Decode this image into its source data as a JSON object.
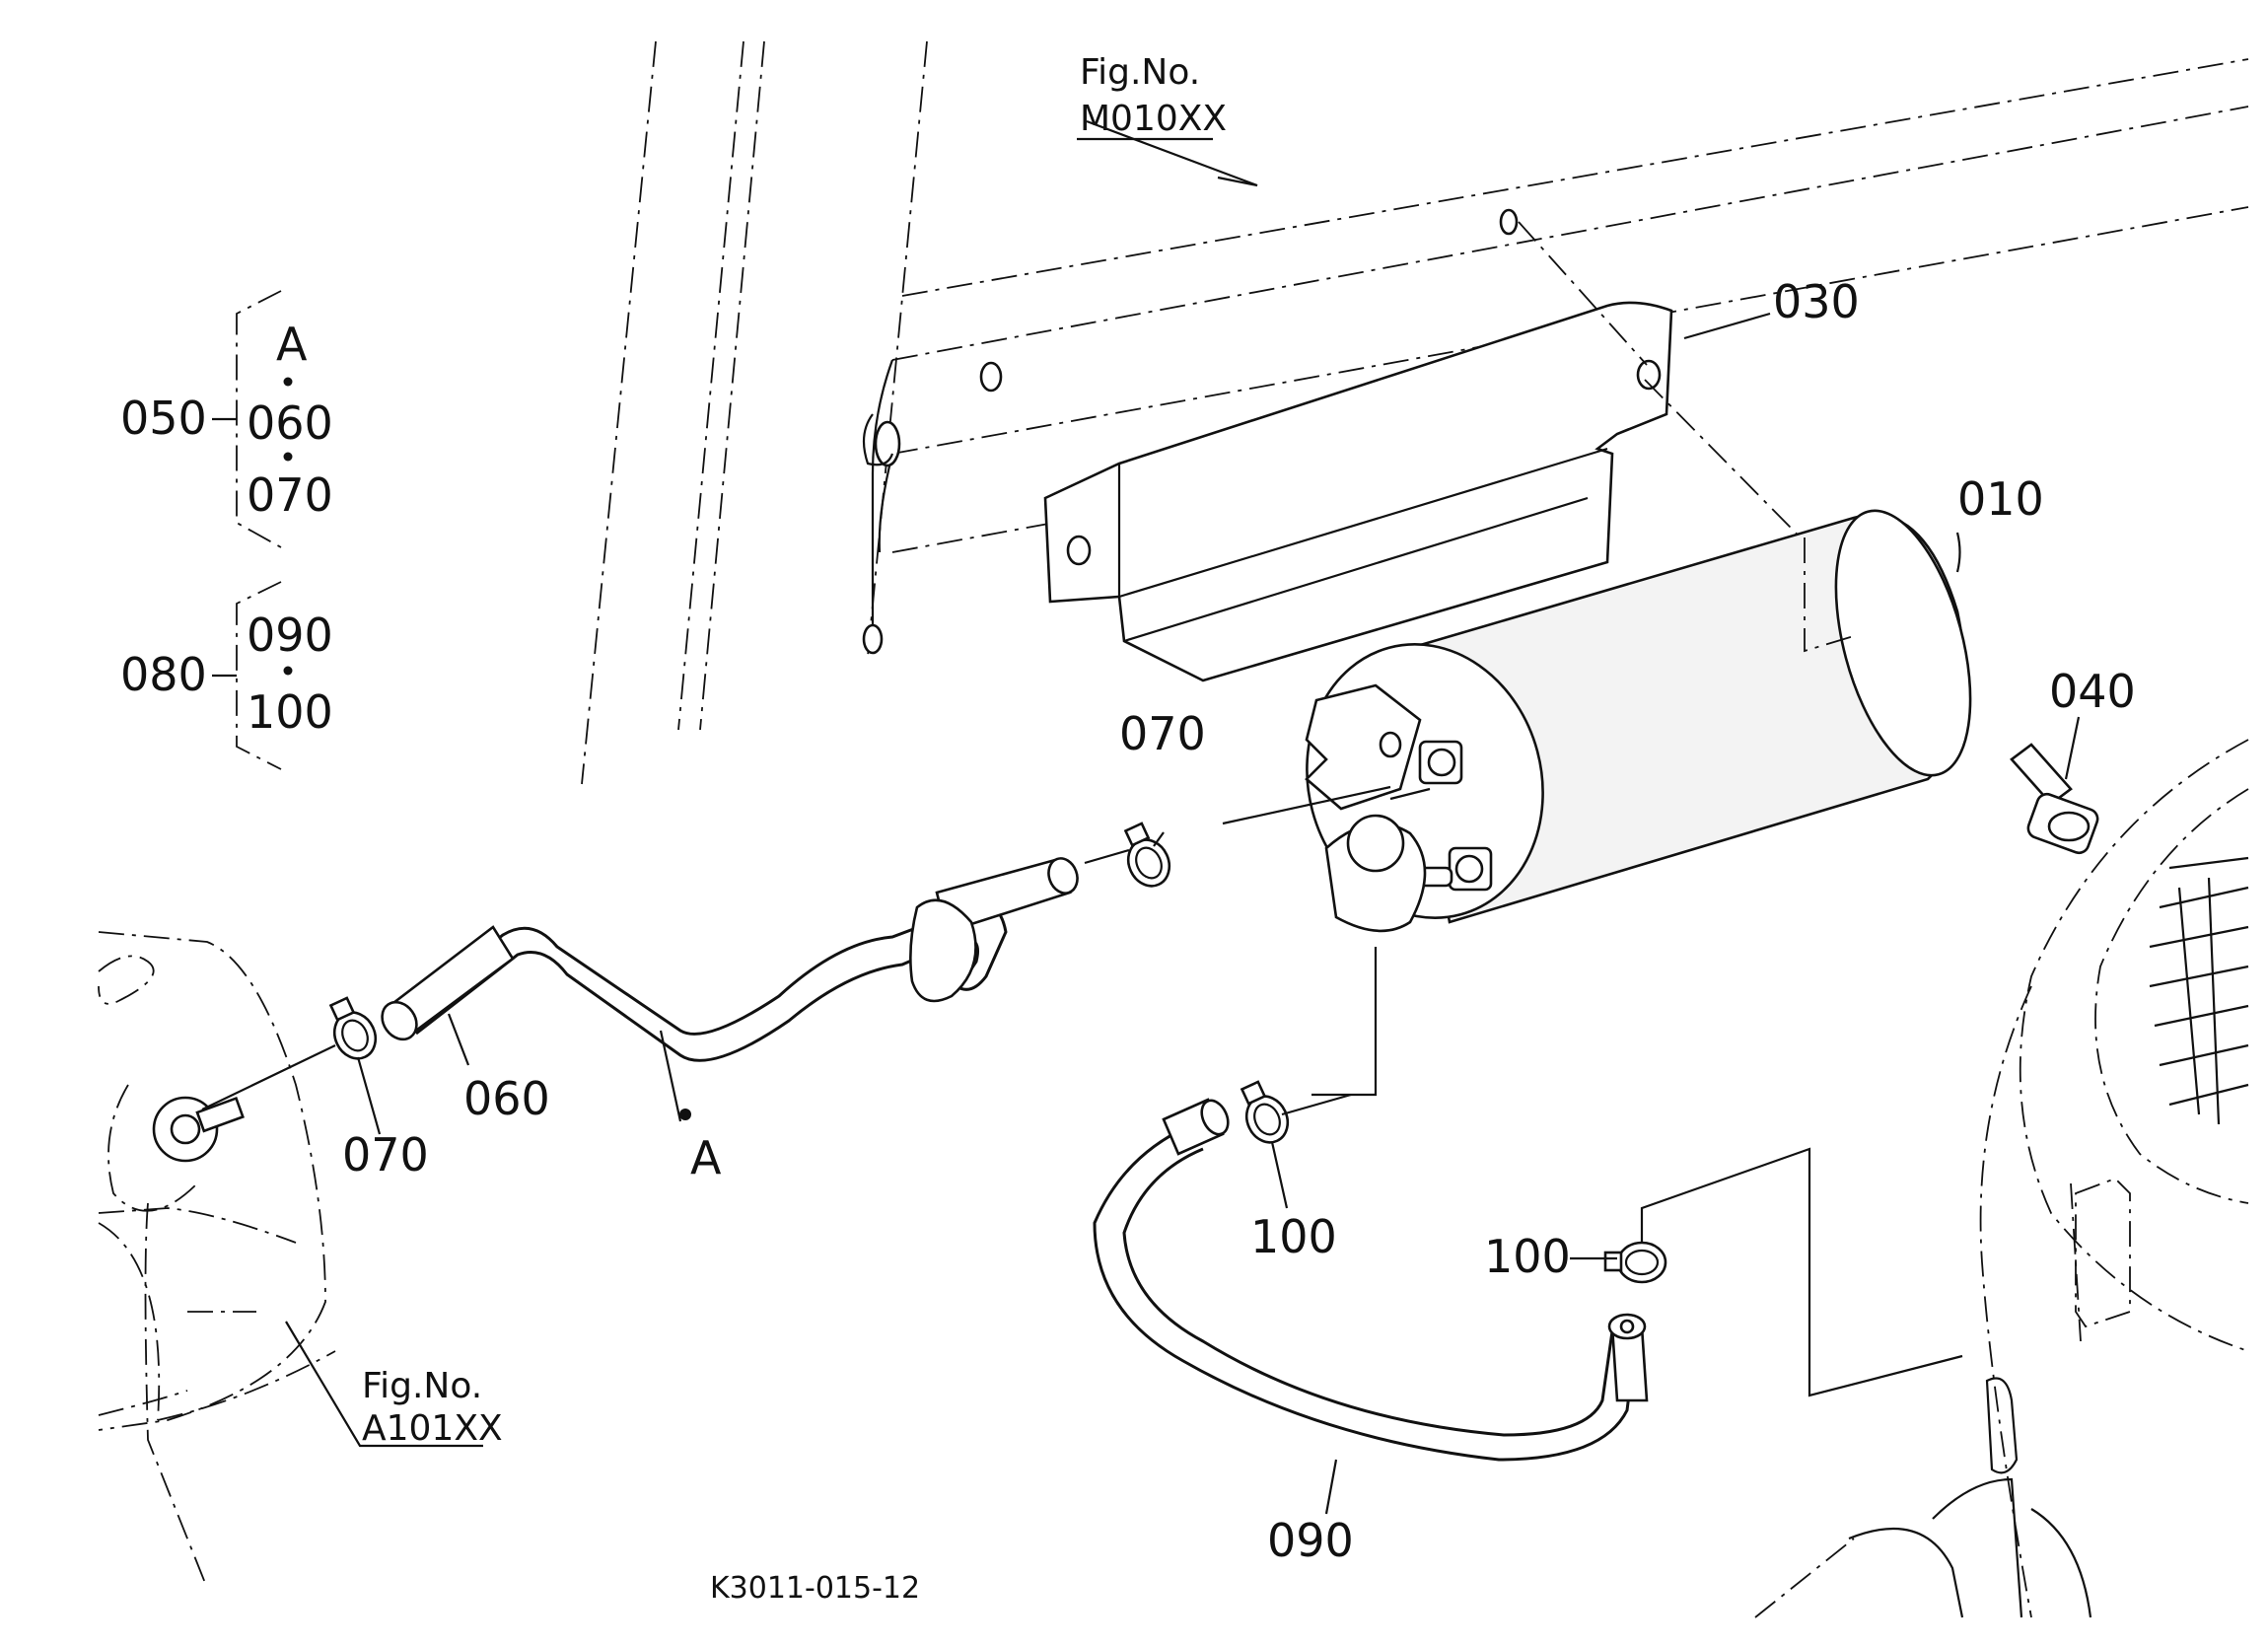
{
  "figure_refs": [
    {
      "line1": "Fig.No.",
      "line2": "M010XX"
    },
    {
      "line1": "Fig.No.",
      "line2": "A101XX"
    }
  ],
  "assemblies": [
    {
      "number": "050",
      "members": [
        "A",
        "060",
        "070"
      ]
    },
    {
      "number": "080",
      "members": [
        "090",
        "100"
      ]
    }
  ],
  "callouts": {
    "p010": "010",
    "p030": "030",
    "p040": "040",
    "p060": "060",
    "p070_top": "070",
    "p070_left": "070",
    "p090": "090",
    "p100_mid": "100",
    "p100_right": "100",
    "point_a": "A"
  },
  "drawing_code": "K3011-015-12"
}
